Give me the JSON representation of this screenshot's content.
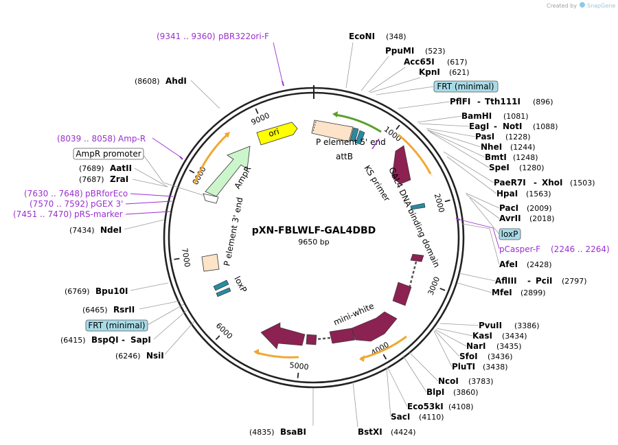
{
  "header": {
    "created_by": "Created by",
    "app_name": "SnapGene"
  },
  "plasmid": {
    "name": "pXN-FBLWLF-GAL4DBD",
    "size_label": "9650 bp",
    "length": 9650
  },
  "ticks": [
    "1000",
    "2000",
    "3000",
    "4000",
    "5000",
    "6000",
    "7000",
    "8000",
    "9000"
  ],
  "features": {
    "ori": "ori",
    "p5": "P element 5' end",
    "attB": "attB",
    "ks": "KS primer",
    "gal4": "GAL4 DNA binding domain",
    "mini_white": "mini-white",
    "loxP_inner": "loxP",
    "p3": "P element 3' end",
    "ampR": "AmpR"
  },
  "left_sites": [
    {
      "pos": "(8608)",
      "name": "AhdI"
    },
    {
      "pos": "(7689)",
      "name": "AatII"
    },
    {
      "pos": "(7687)",
      "name": "ZraI"
    },
    {
      "pos": "(7434)",
      "name": "NdeI"
    },
    {
      "pos": "(6769)",
      "name": "Bpu10I"
    },
    {
      "pos": "(6465)",
      "name": "RsrII"
    },
    {
      "pos": "(6415)",
      "name": "BspQI",
      "name2": "SapI"
    },
    {
      "pos": "(6246)",
      "name": "NsiI"
    },
    {
      "pos": "(4835)",
      "name": "BsaBI"
    }
  ],
  "left_primers": [
    {
      "range": "(9341 .. 9360)",
      "name": "pBR322ori-F"
    },
    {
      "range": "(8039 .. 8058)",
      "name": "Amp-R"
    },
    {
      "range": "(7630 .. 7648)",
      "name": "pBRforEco"
    },
    {
      "range": "(7570 .. 7592)",
      "name": "pGEX 3'"
    },
    {
      "range": "(7451 .. 7470)",
      "name": "pRS-marker"
    }
  ],
  "left_boxes": [
    {
      "label": "AmpR promoter"
    },
    {
      "label": "FRT (minimal)"
    }
  ],
  "right_sites": [
    {
      "name": "EcoNI",
      "pos": "(348)"
    },
    {
      "name": "PpuMI",
      "pos": "(523)"
    },
    {
      "name": "Acc65I",
      "pos": "(617)"
    },
    {
      "name": "KpnI",
      "pos": "(621)"
    },
    {
      "name": "PflFI",
      "name2": "Tth111I",
      "pos": "(896)"
    },
    {
      "name": "BamHI",
      "pos": "(1081)"
    },
    {
      "name": "EagI",
      "name2": "NotI",
      "pos": "(1088)"
    },
    {
      "name": "PasI",
      "pos": "(1228)"
    },
    {
      "name": "NheI",
      "pos": "(1244)"
    },
    {
      "name": "BmtI",
      "pos": "(1248)"
    },
    {
      "name": "SpeI",
      "pos": "(1280)"
    },
    {
      "name": "PaeR7I",
      "name2": "XhoI",
      "pos": "(1503)"
    },
    {
      "name": "HpaI",
      "pos": "(1563)"
    },
    {
      "name": "PacI",
      "pos": "(2009)"
    },
    {
      "name": "AvrII",
      "pos": "(2018)"
    },
    {
      "name": "AfeI",
      "pos": "(2428)"
    },
    {
      "name": "AflIII",
      "name2": "PciI",
      "pos": "(2797)"
    },
    {
      "name": "MfeI",
      "pos": "(2899)"
    },
    {
      "name": "PvuII",
      "pos": "(3386)"
    },
    {
      "name": "KasI",
      "pos": "(3434)"
    },
    {
      "name": "NarI",
      "pos": "(3435)"
    },
    {
      "name": "SfoI",
      "pos": "(3436)"
    },
    {
      "name": "PluTI",
      "pos": "(3438)"
    },
    {
      "name": "NcoI",
      "pos": "(3783)"
    },
    {
      "name": "BlpI",
      "pos": "(3860)"
    },
    {
      "name": "Eco53kI",
      "pos": "(4108)"
    },
    {
      "name": "SacI",
      "pos": "(4110)"
    },
    {
      "name": "BstXI",
      "pos": "(4424)"
    }
  ],
  "right_boxes": [
    {
      "label": "FRT (minimal)"
    },
    {
      "label": "loxP"
    }
  ],
  "right_primer": {
    "name": "pCasper-F",
    "range": "(2246 .. 2264)"
  },
  "colors": {
    "ori": "#ffff00",
    "ampR": "#ccf5cc",
    "pelement": "#fde3c8",
    "gal4": "#8b2252",
    "orange_arrow": "#f0a830",
    "green_arrow": "#5aa02c",
    "loxP": "#2a8aa0",
    "primer": "#9a2fcf",
    "box_fill": "#a8dbe8"
  }
}
